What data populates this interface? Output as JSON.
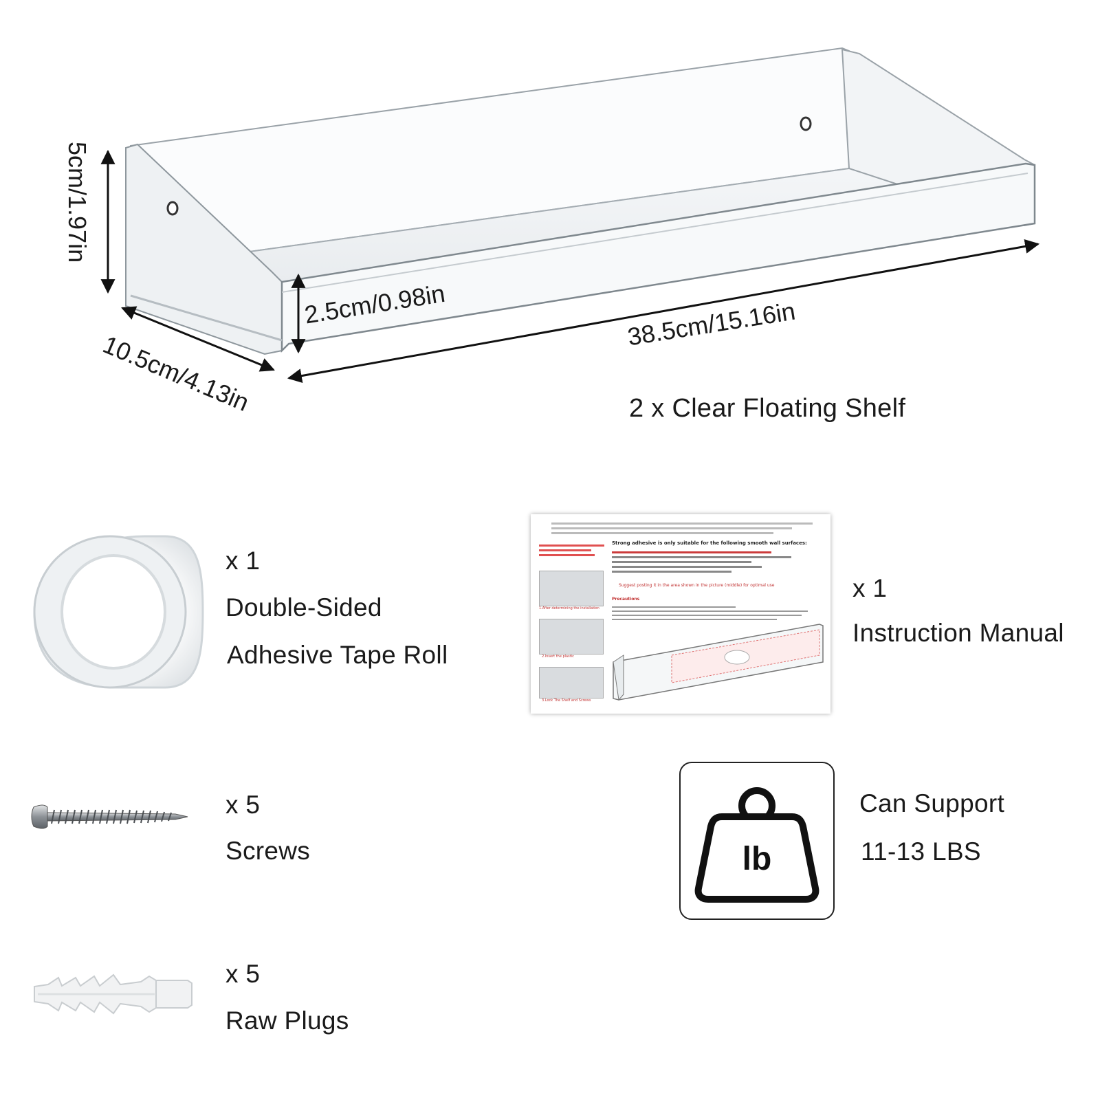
{
  "dimensions": {
    "height": "5cm/1.97in",
    "depth": "10.5cm/4.13in",
    "lip": "2.5cm/0.98in",
    "length": "38.5cm/15.16in"
  },
  "shelf_caption": "2 x Clear Floating Shelf",
  "items": {
    "tape": {
      "qty": "x 1",
      "line1": "Double-Sided",
      "line2": "Adhesive Tape Roll"
    },
    "manual": {
      "qty": "x 1",
      "label": "Instruction Manual"
    },
    "screws": {
      "qty": "x 5",
      "label": "Screws"
    },
    "plugs": {
      "qty": "x 5",
      "label": "Raw Plugs"
    }
  },
  "weight": {
    "badge": "lb",
    "line1": "Can Support",
    "line2": "11-13 LBS"
  },
  "manual_sheet": {
    "steps": [
      "1.After determining the installation",
      "2.Insert the plastic",
      "3.Lock The Shelf and Screws"
    ],
    "heading": "Strong adhesive is only suitable for the following smooth wall surfaces:",
    "suggest": "Suggest posting it in the area shown in the picture (middle) for optimal use",
    "precautions": "Precautions"
  },
  "icons": {
    "weight": "weight-icon",
    "tape": "tape-roll-icon",
    "screw": "screw-icon",
    "plug": "wall-plug-icon"
  }
}
